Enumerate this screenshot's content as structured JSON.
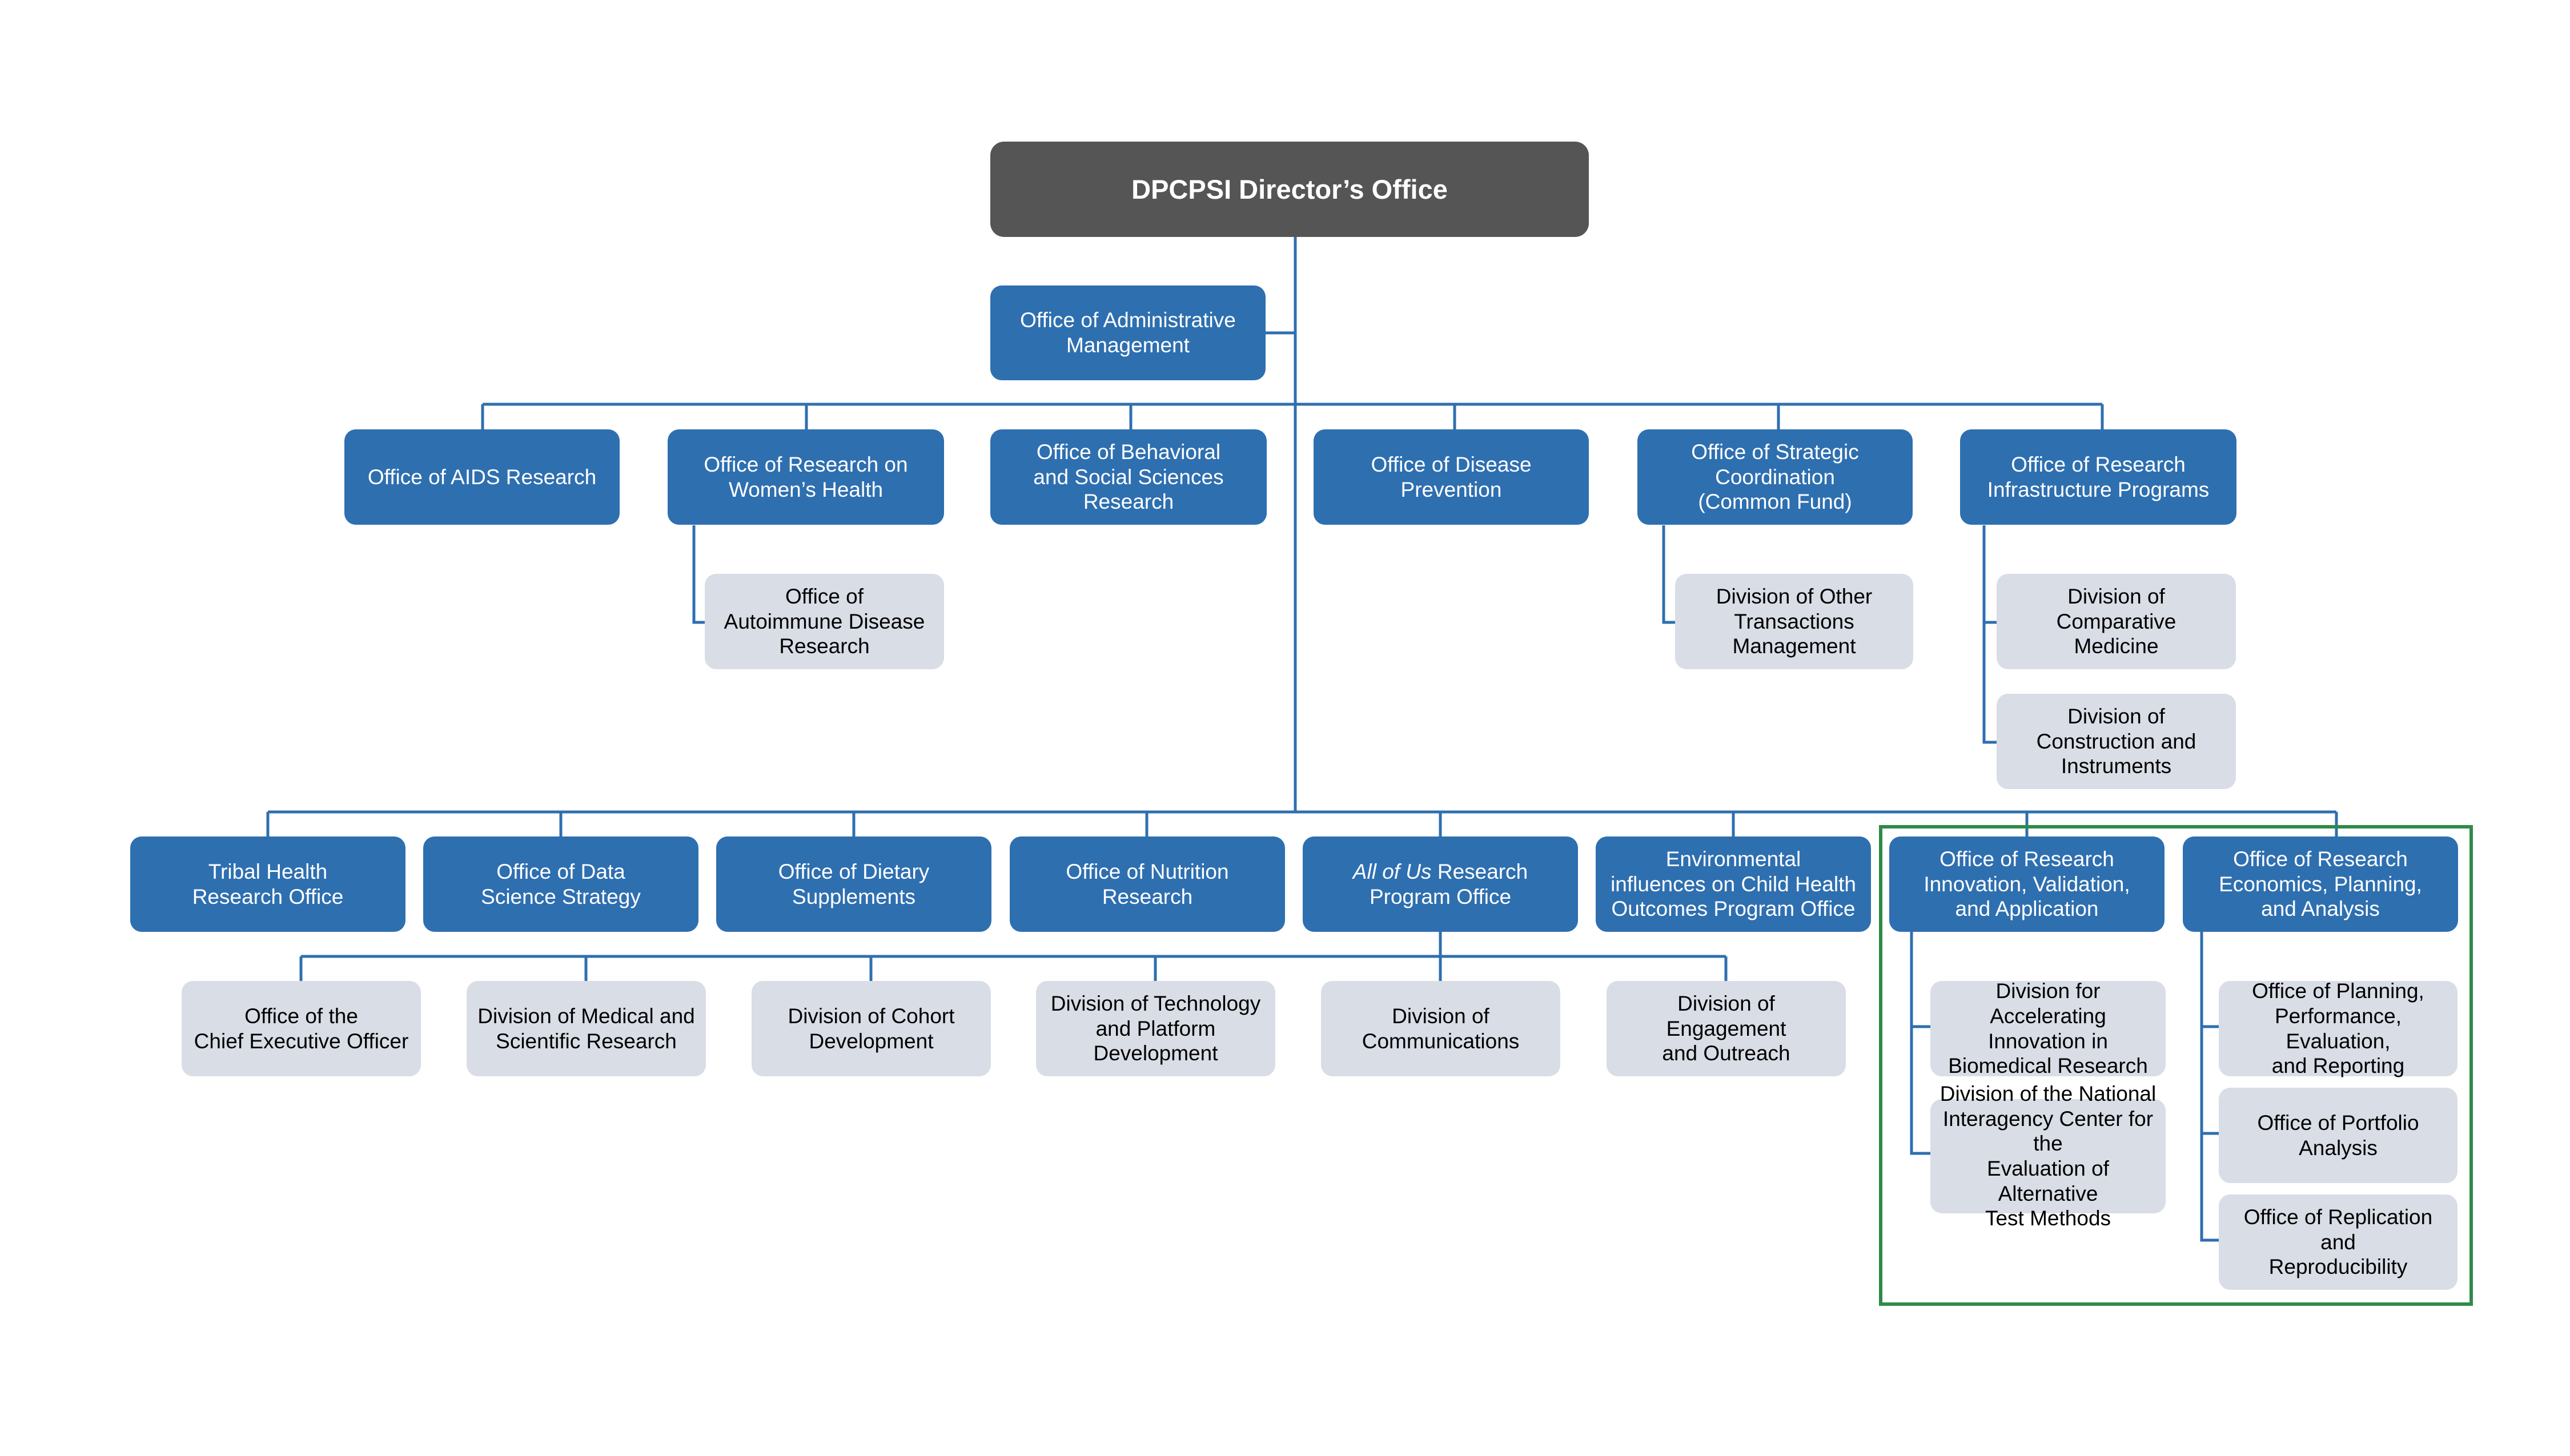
{
  "colors": {
    "root_bg": "#555555",
    "office_bg": "#2e6fb0",
    "division_bg": "#d9dde6",
    "connector": "#2e6fb0",
    "highlight_border": "#2e8b47"
  },
  "nodes": {
    "director": [
      "DPCPSI Director’s Office"
    ],
    "admin": [
      "Office of Administrative",
      "Management"
    ],
    "aids": [
      "Office of AIDS Research"
    ],
    "orwh": [
      "Office of Research on",
      "Women’s Health"
    ],
    "autoimmune": [
      "Office of",
      "Autoimmune Disease",
      "Research"
    ],
    "obssr": [
      "Office of Behavioral",
      "and Social Sciences",
      "Research"
    ],
    "odp": [
      "Office of Disease Prevention"
    ],
    "osc": [
      "Office of Strategic",
      "Coordination",
      "(Common Fund)"
    ],
    "doth": [
      "Division of Other",
      "Transactions",
      "Management"
    ],
    "orip": [
      "Office of Research",
      "Infrastructure Programs"
    ],
    "dcm": [
      "Division of",
      "Comparative",
      "Medicine"
    ],
    "dci": [
      "Division of",
      "Construction and",
      "Instruments"
    ],
    "tribal": [
      "Tribal Health",
      "Research Office"
    ],
    "ods_data": [
      "Office of Data",
      "Science Strategy"
    ],
    "ods_diet": [
      "Office of Dietary",
      "Supplements"
    ],
    "onr": [
      "Office of Nutrition Research"
    ],
    "allofus": [
      "All of Us Research",
      "Program Office"
    ],
    "allofus_italic": "All of Us",
    "allofus_rest": " Research",
    "echo": [
      "Environmental",
      "influences on Child Health",
      "Outcomes Program Office"
    ],
    "orivaa": [
      "Office of Research",
      "Innovation, Validation,",
      "and Application"
    ],
    "orepa": [
      "Office of Research",
      "Economics, Planning,",
      "and Analysis"
    ],
    "ceo": [
      "Office of the",
      "Chief Executive Officer"
    ],
    "dmsr": [
      "Division of Medical and",
      "Scientific Research"
    ],
    "dcd": [
      "Division of Cohort",
      "Development"
    ],
    "dtpd": [
      "Division of Technology",
      "and Platform",
      "Development"
    ],
    "dcomm": [
      "Division of",
      "Communications"
    ],
    "deo": [
      "Division of Engagement",
      "and Outreach"
    ],
    "daibr": [
      "Division for Accelerating",
      "Innovation in",
      "Biomedical Research"
    ],
    "niceatm": [
      "Division of the National",
      "Interagency Center for the",
      "Evaluation of Alternative",
      "Test Methods"
    ],
    "oper": [
      "Office of Planning,",
      "Performance, Evaluation,",
      "and Reporting"
    ],
    "opa": [
      "Office of Portfolio Analysis"
    ],
    "orr": [
      "Office of Replication and",
      "Reproducibility"
    ]
  }
}
